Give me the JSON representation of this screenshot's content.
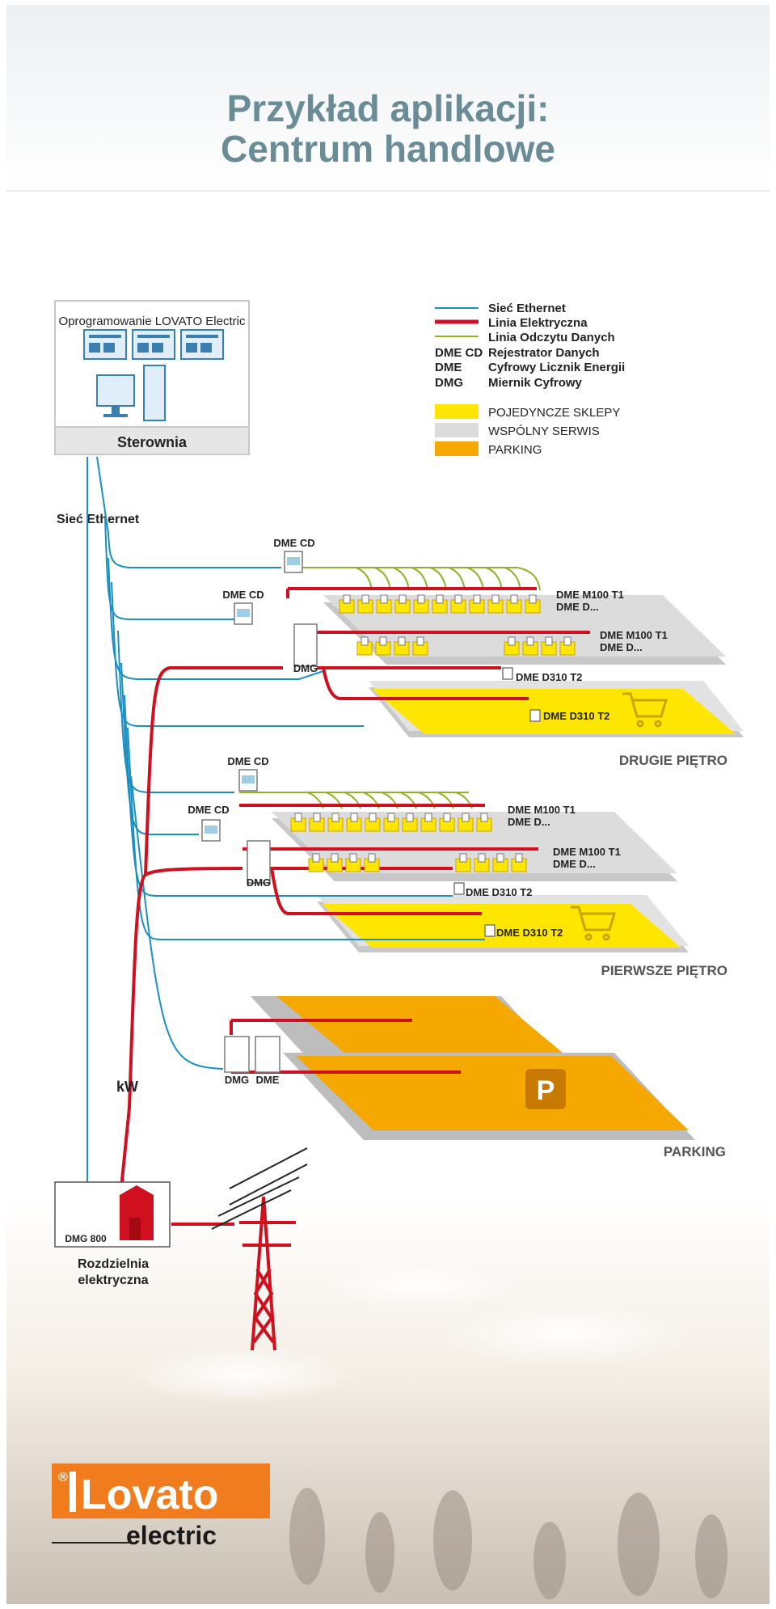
{
  "title_line1": "Przykład aplikacji:",
  "title_line2": "Centrum handlowe",
  "control_room": {
    "software_label": "Oprogramowanie LOVATO Electric",
    "footer": "Sterownia"
  },
  "legend": {
    "lines": [
      {
        "label": "Sieć Ethernet",
        "color": "#1a8fc0"
      },
      {
        "label": "Linia Elektryczna",
        "color": "#d0101e"
      },
      {
        "label": "Linia Odczytu Danych",
        "color": "#8fb22a"
      }
    ],
    "abbrev": [
      {
        "code": "DME CD",
        "desc": "Rejestrator Danych"
      },
      {
        "code": "DME",
        "desc": "Cyfrowy Licznik Energii"
      },
      {
        "code": "DMG",
        "desc": "Miernik Cyfrowy"
      }
    ],
    "areas": [
      {
        "label": "POJEDYNCZE SKLEPY",
        "color": "#ffe600"
      },
      {
        "label": "WSPÓLNY SERWIS",
        "color": "#dcdcdc"
      },
      {
        "label": "PARKING",
        "color": "#f5a800"
      }
    ]
  },
  "ethernet_label": "Sieć Ethernet",
  "floor2": {
    "cd_top": "DME CD",
    "cd_left": "DME CD",
    "dmg": "DMG",
    "row1": "DME M100 T1",
    "row1b": "DME D...",
    "row2": "DME M100 T1",
    "row2b": "DME D...",
    "service_meter": "DME D310 T2",
    "shop_meter": "DME D310 T2",
    "name": "DRUGIE PIĘTRO"
  },
  "floor1": {
    "cd_top": "DME CD",
    "cd_left": "DME CD",
    "dmg": "DMG",
    "row1": "DME M100 T1",
    "row1b": "DME D...",
    "row2": "DME M100 T1",
    "row2b": "DME D...",
    "service_meter": "DME D310 T2",
    "shop_meter": "DME D310 T2",
    "name": "PIERWSZE PIĘTRO"
  },
  "parking": {
    "dmg": "DMG",
    "dme": "DME",
    "p_sign": "P",
    "name": "PARKING"
  },
  "kw_label": "kW",
  "switchboard": {
    "meter": "DMG 800",
    "line1": "Rozdzielnia",
    "line2": "elektryczna"
  },
  "logo": {
    "mark": "®",
    "brand": "Lovato",
    "sub": "electric"
  },
  "colors": {
    "title": "#6a8c96",
    "ethernet": "#1a8fc0",
    "power": "#d0101e",
    "data": "#8fb22a",
    "shop": "#ffe600",
    "service": "#dcdcdc",
    "parking": "#f5a800",
    "logo": "#f07c1e"
  }
}
